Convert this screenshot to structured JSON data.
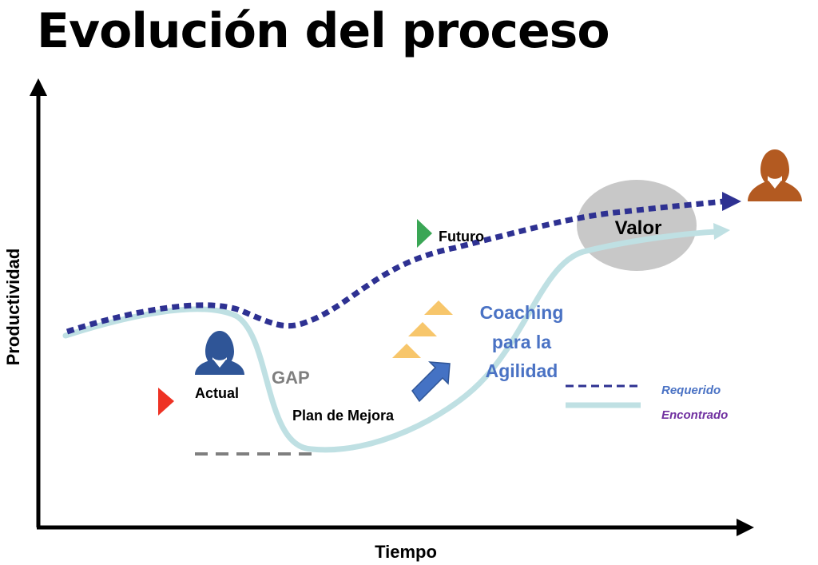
{
  "title": "Evolución del proceso",
  "axes": {
    "y_label": "Productividad",
    "x_label": "Tiempo"
  },
  "labels": {
    "actual": "Actual",
    "gap": "GAP",
    "plan": "Plan de Mejora",
    "futuro": "Futuro",
    "coaching_line1": "Coaching",
    "coaching_line2": "para la",
    "coaching_line3": "Agilidad",
    "valor": "Valor"
  },
  "legend": {
    "required": "Requerido",
    "found": "Encontrado"
  },
  "colors": {
    "required_curve": "#2e3192",
    "found_curve": "#bfe0e3",
    "coaching_text": "#4a72c4",
    "legend_required": "#4a72c4",
    "legend_found": "#7030a0",
    "gap_text": "#7f7f7f",
    "valor_ellipse": "#c8c8c8",
    "person_current": "#2f5597",
    "person_future": "#b35a21",
    "triangle_red": "#ee3224",
    "triangle_green": "#3aa655",
    "triangle_yellow": "#f7c66b",
    "arrow_blue": "#4472c4"
  }
}
